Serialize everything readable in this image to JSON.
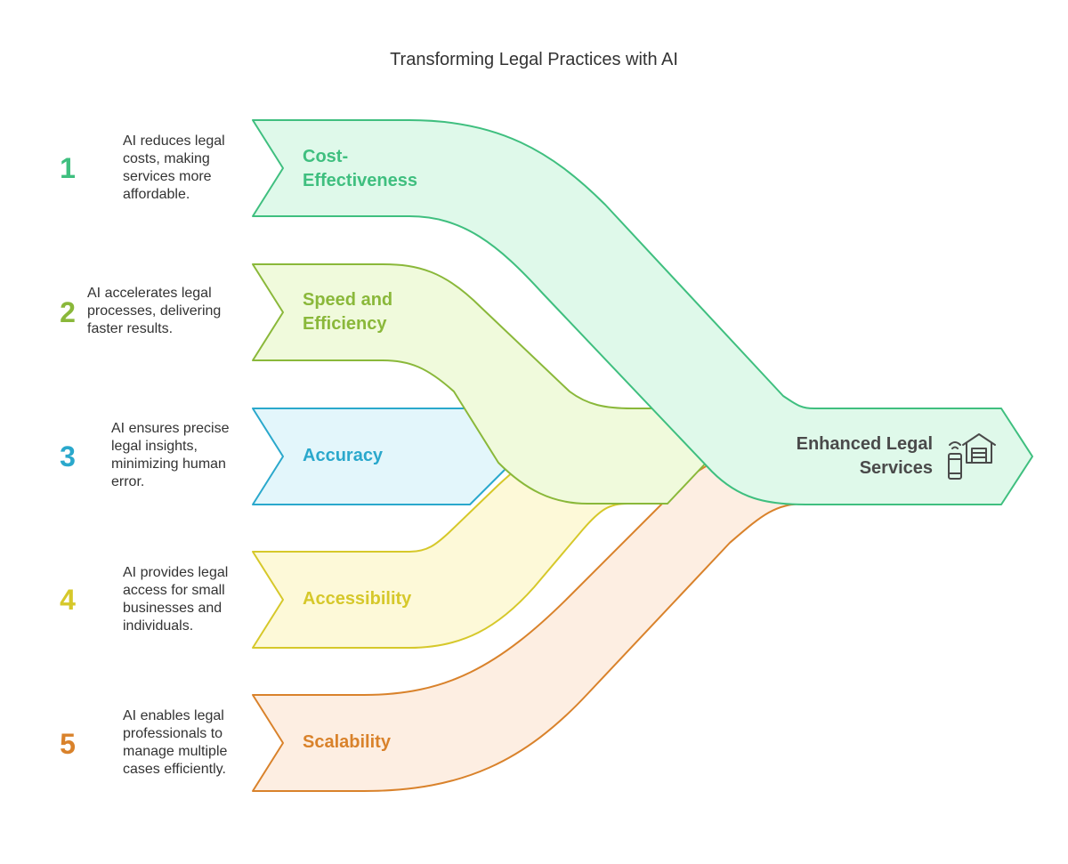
{
  "title": "Transforming Legal Practices with AI",
  "colors": {
    "green": "#3fbf7f",
    "lime": "#8ab83a",
    "blue": "#2aa8cc",
    "yellow": "#d6c82a",
    "orange": "#d9822b",
    "target_text": "#4a4a4a"
  },
  "items": [
    {
      "number": "1",
      "label": "Cost-Effectiveness",
      "description": "AI reduces legal costs, making services more affordable."
    },
    {
      "number": "2",
      "label": "Speed and Efficiency",
      "description": "AI accelerates legal processes, delivering faster results."
    },
    {
      "number": "3",
      "label": "Accuracy",
      "description": "AI ensures precise legal insights, minimizing human error."
    },
    {
      "number": "4",
      "label": "Accessibility",
      "description": "AI provides legal access for small businesses and individuals."
    },
    {
      "number": "5",
      "label": "Scalability",
      "description": "AI enables legal professionals to manage multiple cases efficiently."
    }
  ],
  "target": {
    "label": "Enhanced Legal Services",
    "icon": "smart-home-icon"
  }
}
